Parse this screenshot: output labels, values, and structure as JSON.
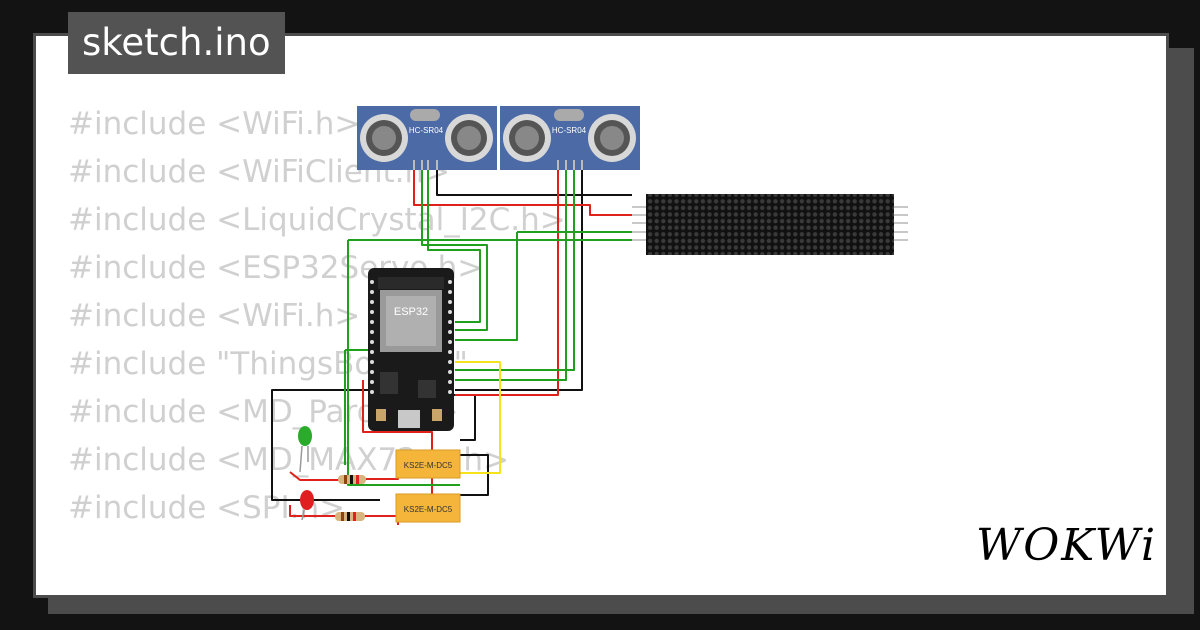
{
  "title": "sketch.ino",
  "code_lines": [
    "#include <WiFi.h>",
    "#include <WiFiClient.h>",
    "#include <LiquidCrystal_I2C.h>",
    "#include <ESP32Servo.h>",
    "#include <WiFi.h>",
    "#include \"ThingsBoard.h\"",
    "#include <MD_Parola.h>",
    "#include <MD_MAX72xx.h>",
    "#include <SPI.h>"
  ],
  "components": {
    "sensor_label": "HC-SR04",
    "mcu_label": "ESP32",
    "relay_label": "KS2E-M-DC5"
  },
  "colors": {
    "background": "#131313",
    "card": "#ffffff",
    "frame": "#4c4c4c",
    "code_text": "#d0d0d0",
    "sensor_board": "#4b6aa6",
    "wire_red": "#e0201b",
    "wire_green": "#21a01e",
    "wire_black": "#111111",
    "wire_yellow": "#f4e21a",
    "relay": "#f5b53a",
    "led_green": "#2bab2b",
    "led_red": "#e02020"
  },
  "logo": "WOKWi"
}
